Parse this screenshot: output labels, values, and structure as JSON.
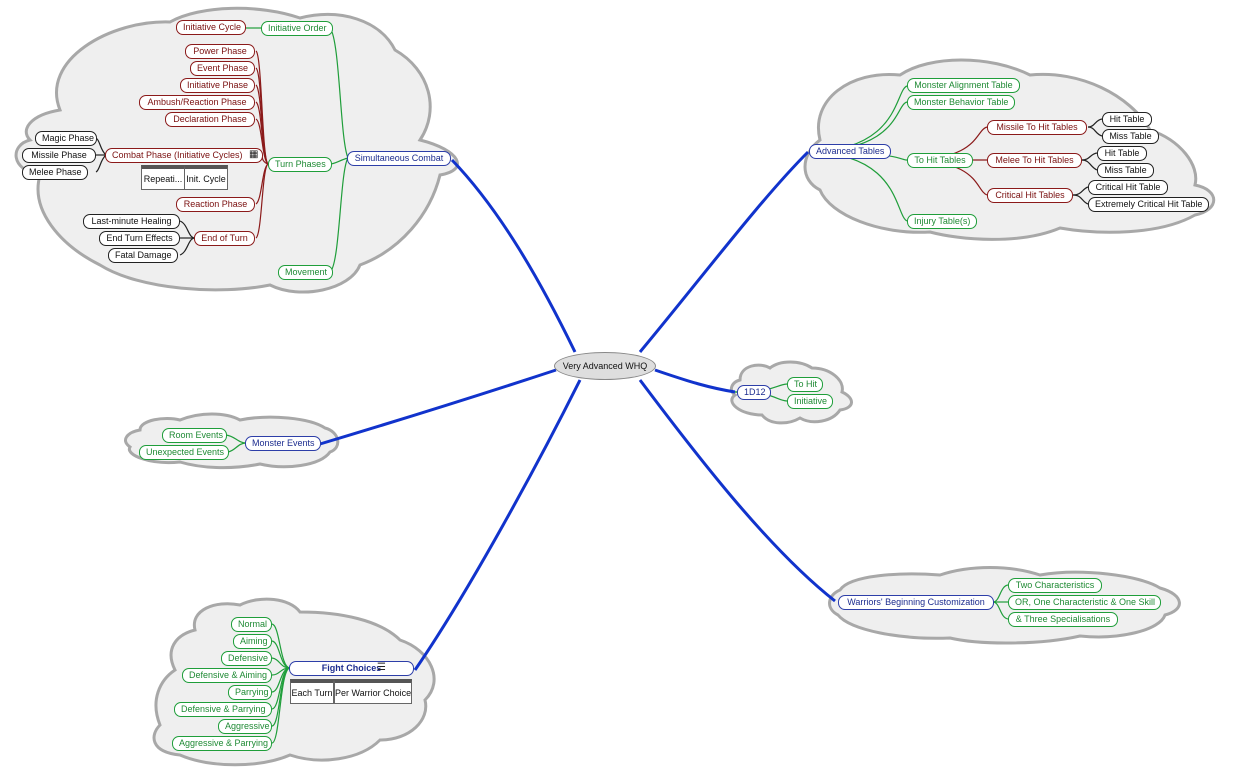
{
  "center": {
    "label": "Very Advanced WHQ"
  },
  "nodes": {
    "simultaneous_combat": "Simultaneous Combat",
    "initiative_order": "Initiative Order",
    "initiative_cycle": "Initiative Cycle",
    "turn_phases": "Turn Phases",
    "power_phase": "Power Phase",
    "event_phase": "Event Phase",
    "initiative_phase": "Initiative Phase",
    "ambush_reaction_phase": "Ambush/Reaction Phase",
    "declaration_phase": "Declaration Phase",
    "combat_phase": "Combat Phase (Initiative Cycles)",
    "magic_phase": "Magic Phase",
    "missile_phase": "Missile Phase",
    "melee_phase": "Melee Phase",
    "combat_table_col1": "Repeati...",
    "combat_table_col2": "Init. Cycle",
    "reaction_phase": "Reaction Phase",
    "end_of_turn": "End of Turn",
    "last_minute_healing": "Last-minute Healing",
    "end_turn_effects": "End Turn Effects",
    "fatal_damage": "Fatal Damage",
    "movement": "Movement",
    "monster_events": "Monster Events",
    "room_events": "Room Events",
    "unexpected_events": "Unexpected Events",
    "fight_choices": "Fight Choices",
    "fight_table_col1": "Each Turn",
    "fight_table_col2": "Per Warrior Choice",
    "normal": "Normal",
    "aiming": "Aiming",
    "defensive": "Defensive",
    "defensive_aiming": "Defensive & Aiming",
    "parrying": "Parrying",
    "defensive_parrying": "Defensive & Parrying",
    "aggressive": "Aggressive",
    "aggressive_parrying": "Aggressive & Parrying",
    "advanced_tables": "Advanced Tables",
    "monster_alignment_table": "Monster Alignment Table",
    "monster_behavior_table": "Monster Behavior Table",
    "to_hit_tables": "To Hit Tables",
    "missile_to_hit_tables": "Missile To Hit Tables",
    "missile_hit_table": "Hit Table",
    "missile_miss_table": "Miss Table",
    "melee_to_hit_tables": "Melee To Hit Tables",
    "melee_hit_table": "Hit Table",
    "melee_miss_table": "Miss Table",
    "critical_hit_tables": "Critical Hit Tables",
    "critical_hit_table": "Critical Hit Table",
    "extremely_critical_hit_table": "Extremely Critical Hit Table",
    "injury_tables": "Injury Table(s)",
    "d12": "1D12",
    "d12_to_hit": "To Hit",
    "d12_initiative": "Initiative",
    "warriors_customization": "Warriors' Beginning Customization",
    "two_characteristics": "Two Characteristics",
    "or_one_characteristic": "OR, One Characteristic & One Skill",
    "three_specialisations": "& Three Specialisations"
  },
  "colors": {
    "branch_blue": "#1133cc",
    "green": "#1f9e3a",
    "red": "#8b1a1a",
    "black": "#222222",
    "cloud_fill": "#efefef",
    "cloud_stroke": "#a8a8a8"
  },
  "icons": {
    "combat_phase": "grid-icon",
    "fight_choices": "list-icon"
  }
}
